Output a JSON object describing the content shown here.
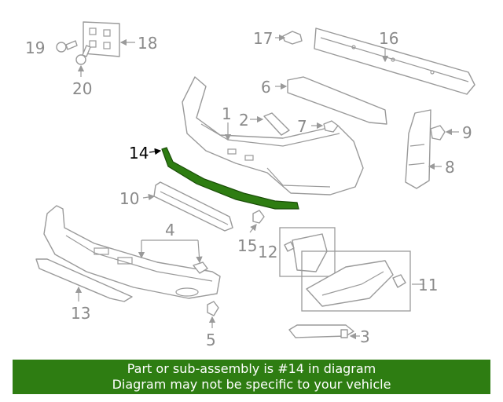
{
  "diagram": {
    "highlighted_part": "14",
    "highlight_color": "#2e7d12",
    "labels": {
      "p1": "1",
      "p2": "2",
      "p3": "3",
      "p4": "4",
      "p5": "5",
      "p6": "6",
      "p7": "7",
      "p8": "8",
      "p9": "9",
      "p10": "10",
      "p11": "11",
      "p12": "12",
      "p13": "13",
      "p14": "14",
      "p15": "15",
      "p16": "16",
      "p17": "17",
      "p18": "18",
      "p19": "19",
      "p20": "20"
    }
  },
  "banner": {
    "line1": "Part or sub-assembly is #14 in diagram",
    "line2": "Diagram may not be specific to your vehicle",
    "background": "#2e7d12"
  }
}
